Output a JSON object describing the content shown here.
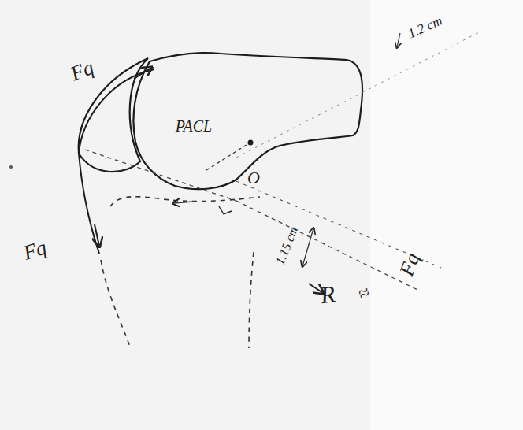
{
  "diagram": {
    "labels": [
      "Fq",
      "Fq",
      "PACL",
      "O",
      "1.2 cm",
      "1.15 cm",
      "R",
      "≈",
      "Fq"
    ]
  }
}
